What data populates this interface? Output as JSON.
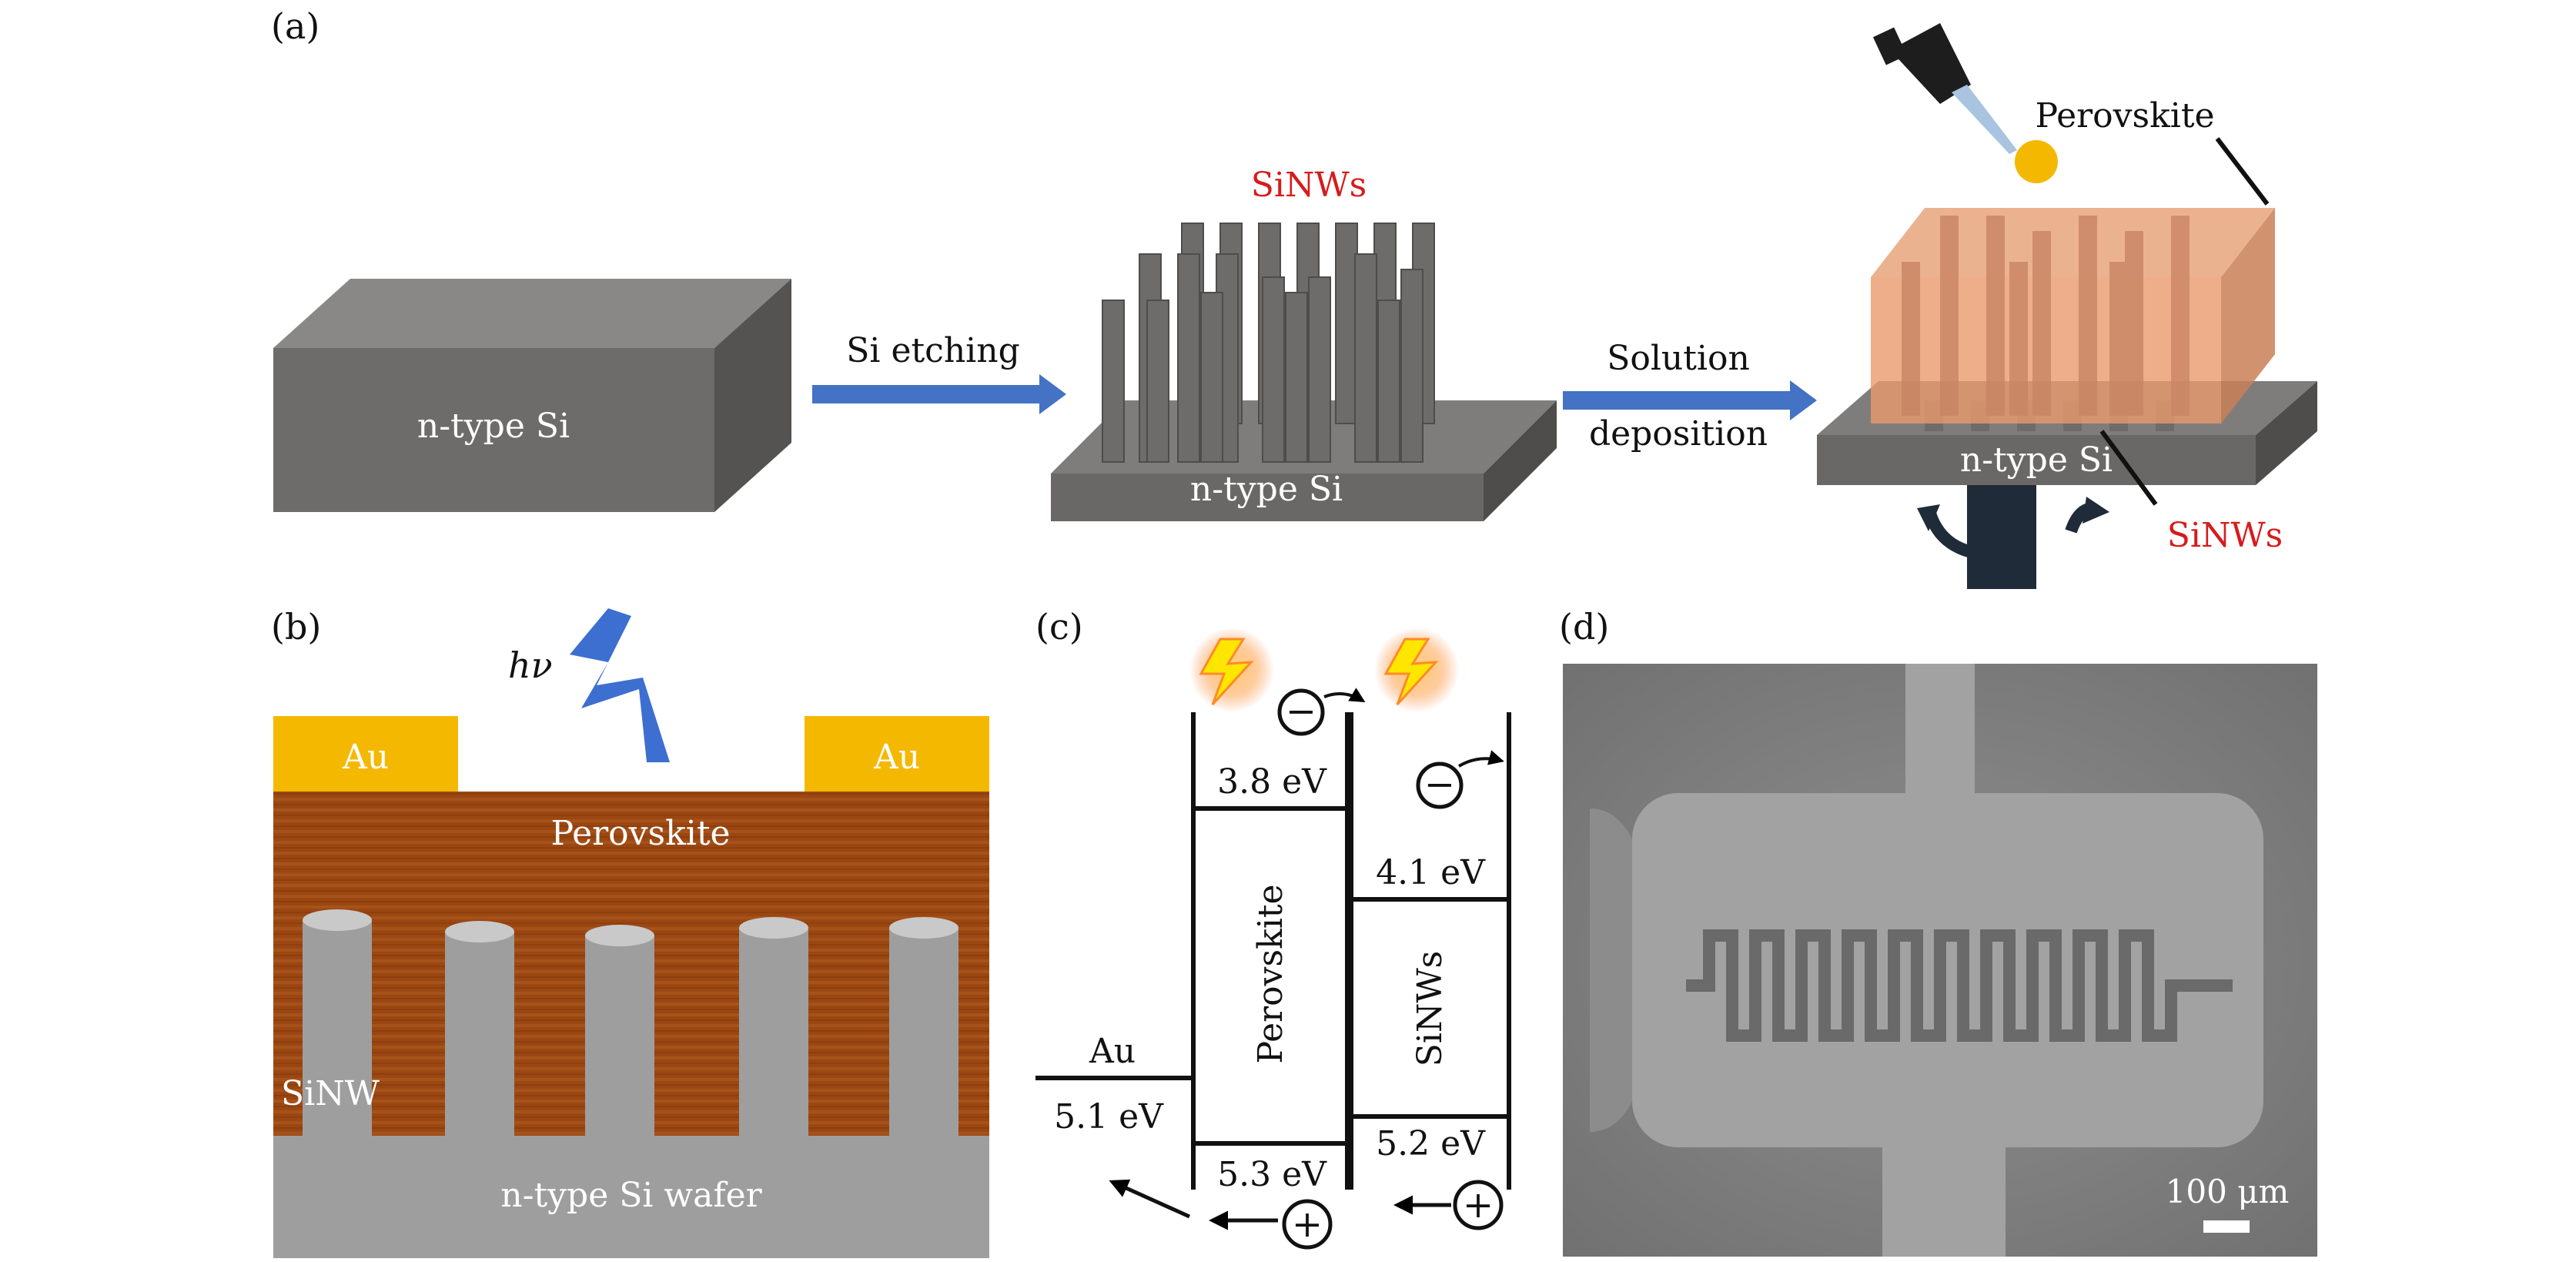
{
  "panel_a": {
    "label": "(a)",
    "block_label": "n-type Si",
    "arrow1_label": "Si etching",
    "nanowire_label": "SiNWs",
    "substrate_label": "n-type Si",
    "arrow2_label_line1": "Solution",
    "arrow2_label_line2": "deposition",
    "perovskite_label": "Perovskite",
    "final_substrate_label": "n-type Si",
    "final_nanowire_label": "SiNWs"
  },
  "panel_b": {
    "label": "(b)",
    "light_label": "hν",
    "electrode_left": "Au",
    "electrode_right": "Au",
    "perovskite_label": "Perovskite",
    "nanowire_label": "SiNW",
    "wafer_label": "n-type Si wafer"
  },
  "panel_c": {
    "label": "(c)",
    "au_label": "Au",
    "au_level": "5.1 eV",
    "perovskite_label": "Perovskite",
    "perovskite_cb": "3.8 eV",
    "perovskite_vb": "5.3 eV",
    "sinws_label": "SiNWs",
    "sinws_cb": "4.1 eV",
    "sinws_vb": "5.2 eV",
    "electron_symbol": "−",
    "hole_symbol": "+"
  },
  "panel_d": {
    "label": "(d)",
    "scale_label": "100 μm"
  },
  "colors": {
    "arrow_blue": "#4472c4",
    "silicon_gray": "#6e6c6b",
    "perovskite_brown": "#9b4712",
    "perovskite_orange": "#e89a6c",
    "gold": "#f5b800",
    "sinw_red": "#d61c1c",
    "light_blue": "#3d6fd1",
    "sem_gray": "#8a8a8a"
  }
}
